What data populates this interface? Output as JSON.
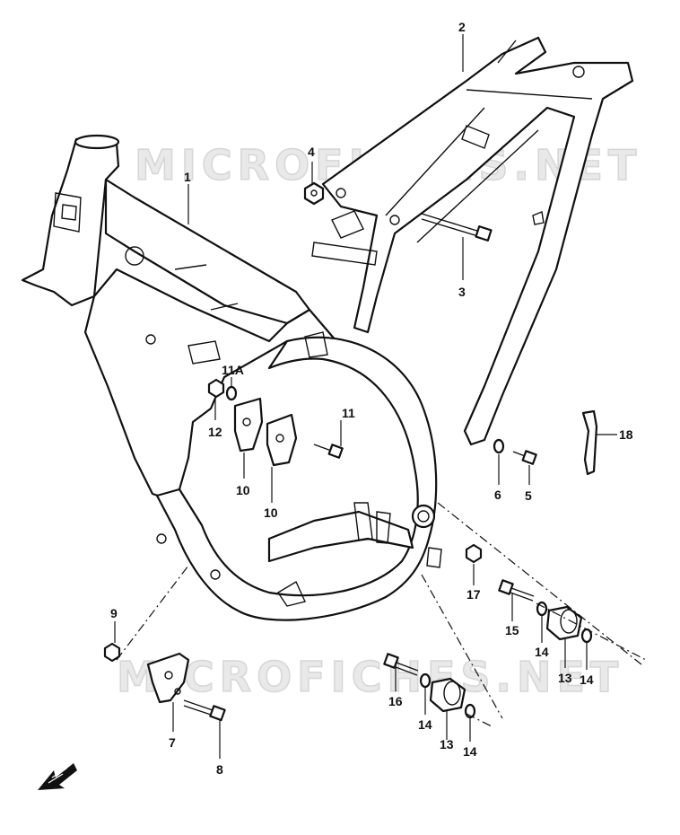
{
  "watermark": "MICROFICHES.NET",
  "callouts": {
    "p1": "1",
    "p2": "2",
    "p3": "3",
    "p4": "4",
    "p5": "5",
    "p6": "6",
    "p7": "7",
    "p8": "8",
    "p9": "9",
    "p10a": "10",
    "p10b": "10",
    "p11": "11",
    "p11a": "11A",
    "p12": "12",
    "p13a": "13",
    "p13b": "13",
    "p14a": "14",
    "p14b": "14",
    "p14c": "14",
    "p14d": "14",
    "p15": "15",
    "p16": "16",
    "p17": "17",
    "p18": "18"
  }
}
